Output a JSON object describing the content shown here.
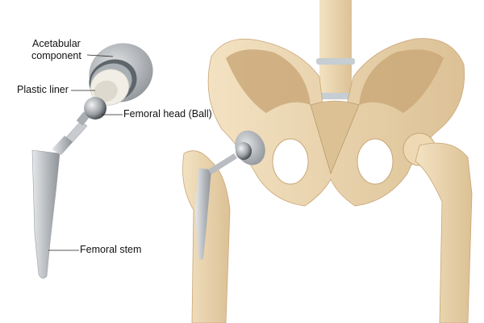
{
  "labels": {
    "acetabular_line1": "Acetabular",
    "acetabular_line2": "component",
    "plastic_liner": "Plastic liner",
    "femoral_head": "Femoral head (Ball)",
    "femoral_stem": "Femoral stem"
  },
  "colors": {
    "bone": "#eed9b4",
    "bone_shadow": "#c9a677",
    "bone_dark": "#b08a5a",
    "metal": "#b8bcbf",
    "metal_dark": "#6f7478",
    "liner": "#f1eee6",
    "disc": "#c6cdd3"
  }
}
